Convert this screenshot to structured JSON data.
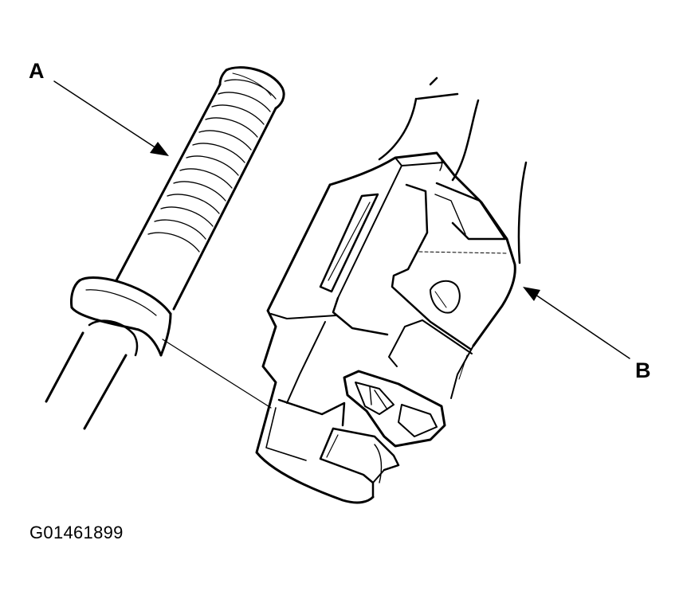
{
  "figure": {
    "callouts": {
      "a": "A",
      "b": "B"
    },
    "figure_id": "G01461899"
  },
  "icons": {
    "threaded_part": "threaded-stud-icon",
    "connector": "electrical-connector-icon"
  },
  "colors": {
    "ink": "#000000",
    "paper": "#ffffff"
  }
}
